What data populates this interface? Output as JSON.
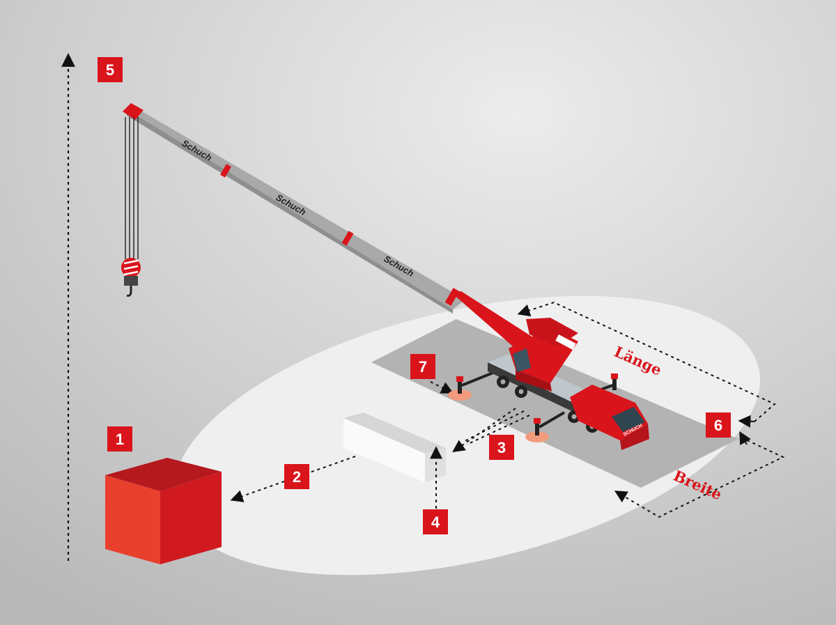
{
  "colors": {
    "accent": "#d9141b",
    "background_light": "#e8e8e8",
    "background_dark": "#bdbdbd",
    "ellipse": "#efefef",
    "pad": "#b3b3b3",
    "boom_grey": "#a9a9a9"
  },
  "markers": [
    {
      "id": "1",
      "label": "1"
    },
    {
      "id": "2",
      "label": "2"
    },
    {
      "id": "3",
      "label": "3"
    },
    {
      "id": "4",
      "label": "4"
    },
    {
      "id": "5",
      "label": "5"
    },
    {
      "id": "6",
      "label": "6"
    },
    {
      "id": "7",
      "label": "7"
    }
  ],
  "dimensions": {
    "length_label": "Länge",
    "width_label": "Breite"
  },
  "boom": {
    "brand_labels": [
      "Schuch",
      "Schuch",
      "Schuch"
    ],
    "cab_label": "SCHUCH"
  },
  "icons": {
    "crane": "mobile-crane-icon",
    "hook": "crane-hook-icon",
    "load": "load-cube-icon",
    "obstacle": "obstacle-block-icon",
    "outrigger": "outrigger-pad-icon"
  }
}
